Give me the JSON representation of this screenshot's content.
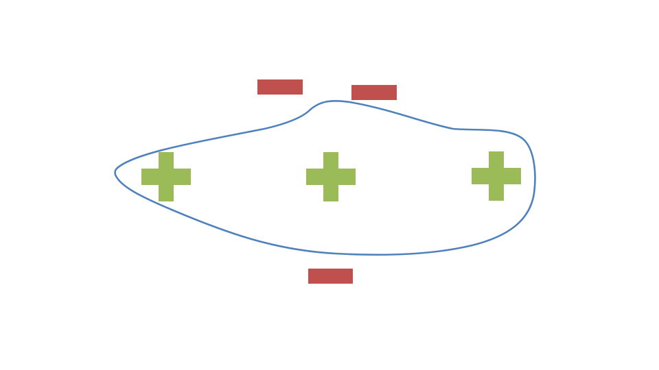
{
  "diagram": {
    "kind": "classification-boundary",
    "colors": {
      "background": "#ffffff",
      "boundary": "#4F81BD",
      "positive": "#9BBB59",
      "negative": "#C0504D"
    },
    "boundary": {
      "shape": "closed-curve",
      "encloses": "positive"
    },
    "items": [
      {
        "type": "positive",
        "symbol": "plus-icon",
        "inside_boundary": true
      },
      {
        "type": "positive",
        "symbol": "plus-icon",
        "inside_boundary": true
      },
      {
        "type": "positive",
        "symbol": "plus-icon",
        "inside_boundary": true
      },
      {
        "type": "negative",
        "symbol": "minus-icon",
        "inside_boundary": false
      },
      {
        "type": "negative",
        "symbol": "minus-icon",
        "inside_boundary": false
      },
      {
        "type": "negative",
        "symbol": "minus-icon",
        "inside_boundary": false
      }
    ]
  }
}
